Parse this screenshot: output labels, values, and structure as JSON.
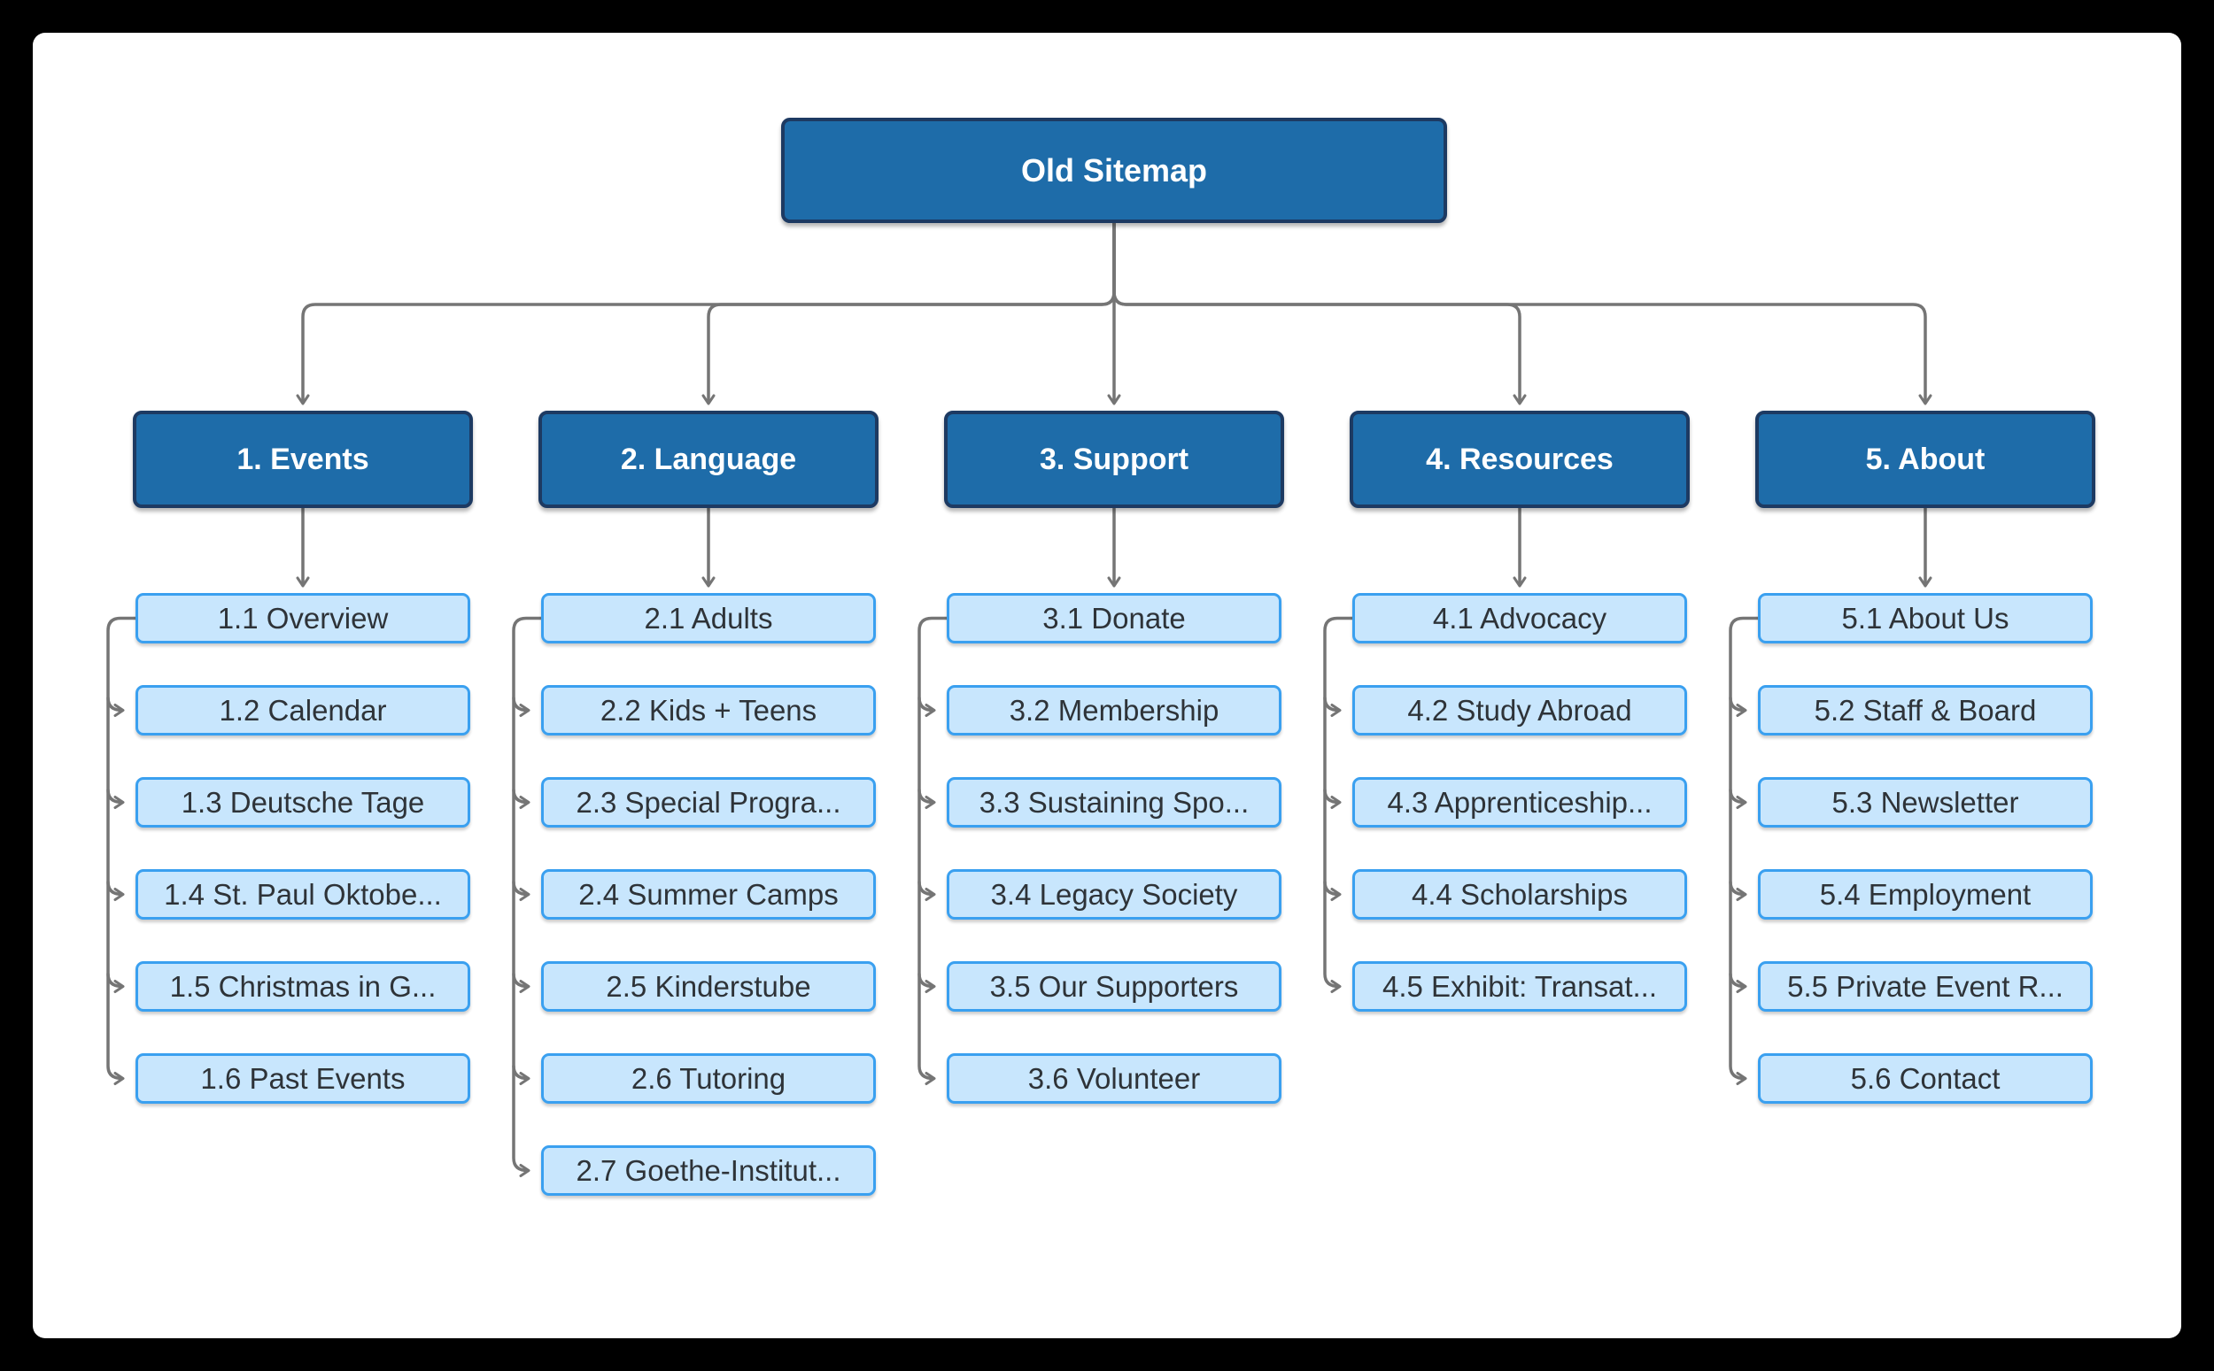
{
  "root": {
    "label": "Old Sitemap"
  },
  "columns": [
    {
      "header": "1. Events",
      "children": [
        "1.1 Overview",
        "1.2 Calendar",
        "1.3 Deutsche Tage",
        "1.4 St. Paul Oktobe...",
        "1.5 Christmas in G...",
        "1.6 Past Events"
      ]
    },
    {
      "header": "2. Language",
      "children": [
        "2.1 Adults",
        "2.2 Kids + Teens",
        "2.3 Special Progra...",
        "2.4 Summer Camps",
        "2.5 Kinderstube",
        "2.6 Tutoring",
        "2.7 Goethe-Institut..."
      ]
    },
    {
      "header": "3. Support",
      "children": [
        "3.1 Donate",
        "3.2 Membership",
        "3.3 Sustaining Spo...",
        "3.4 Legacy Society",
        "3.5 Our Supporters",
        "3.6 Volunteer"
      ]
    },
    {
      "header": "4. Resources",
      "children": [
        "4.1 Advocacy",
        "4.2 Study Abroad",
        "4.3 Apprenticeship...",
        "4.4 Scholarships",
        "4.5 Exhibit: Transat..."
      ]
    },
    {
      "header": "5. About",
      "children": [
        "5.1 About Us",
        "5.2 Staff & Board",
        "5.3 Newsletter",
        "5.4 Employment",
        "5.5 Private Event R...",
        "5.6 Contact"
      ]
    }
  ],
  "colors": {
    "frame_background": "#000000",
    "canvas_background": "#ffffff",
    "category_fill": "#1e6ca9",
    "category_border": "#1d3a62",
    "category_text": "#ffffff",
    "page_fill": "#c8e6fd",
    "page_border": "#3aa0f0",
    "page_text": "#2e3338",
    "connector": "#757575"
  }
}
